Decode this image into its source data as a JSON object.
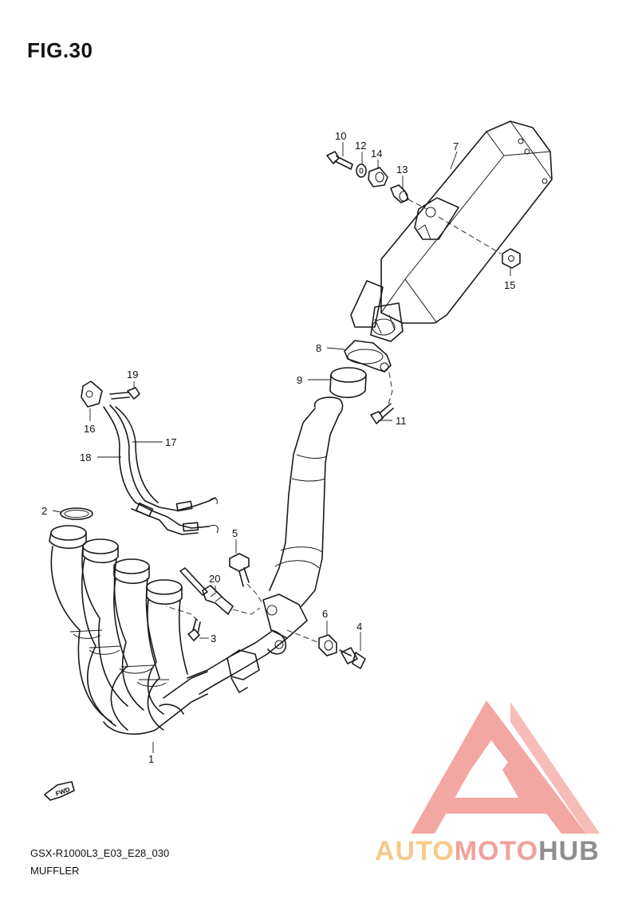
{
  "figure": {
    "title": "FIG.30",
    "code": "GSX-R1000L3_E03_E28_030",
    "caption": "MUFFLER",
    "direction_marker": "FWD"
  },
  "watermark": {
    "part1": "AUTO",
    "part2": "MOTO",
    "part3": "HUB",
    "colors": {
      "auto": "#f7c98a",
      "moto": "#f2a09a",
      "hub": "#8e8e8e"
    }
  },
  "callouts": {
    "c1": "1",
    "c2": "2",
    "c3": "3",
    "c4": "4",
    "c5": "5",
    "c6": "6",
    "c7": "7",
    "c8": "8",
    "c9": "9",
    "c10": "10",
    "c11": "11",
    "c12": "12",
    "c13": "13",
    "c14": "14",
    "c15": "15",
    "c16": "16",
    "c17": "17",
    "c18": "18",
    "c19": "19",
    "c20": "20"
  }
}
